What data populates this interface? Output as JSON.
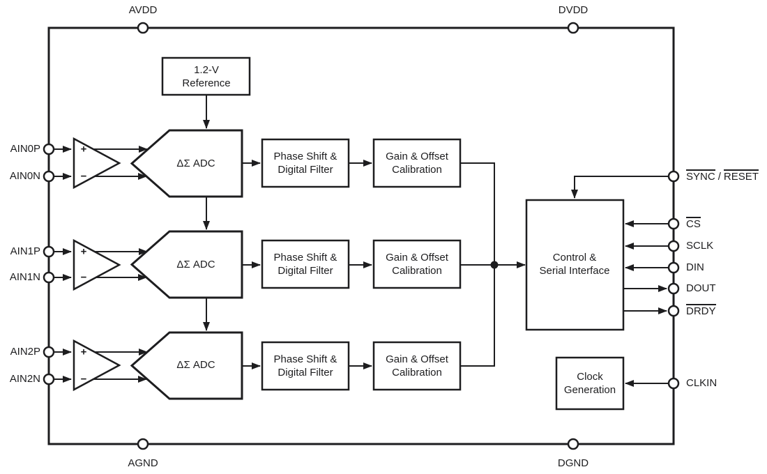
{
  "colors": {
    "line": "#1d1d1f",
    "background": "#ffffff"
  },
  "pins": {
    "top": [
      {
        "label": "AVDD"
      },
      {
        "label": "DVDD"
      }
    ],
    "bottom": [
      {
        "label": "AGND"
      },
      {
        "label": "DGND"
      }
    ],
    "left": [
      {
        "label": "AIN0P"
      },
      {
        "label": "AIN0N"
      },
      {
        "label": "AIN1P"
      },
      {
        "label": "AIN1N"
      },
      {
        "label": "AIN2P"
      },
      {
        "label": "AIN2N"
      }
    ],
    "right": {
      "sync_reset": {
        "part1": "SYNC",
        "sep": "/",
        "part2": "RESET",
        "overline": "both"
      },
      "cs": {
        "label": "CS",
        "overline": true
      },
      "sclk": {
        "label": "SCLK",
        "overline": false
      },
      "din": {
        "label": "DIN",
        "overline": false
      },
      "dout": {
        "label": "DOUT",
        "overline": false
      },
      "drdy": {
        "label": "DRDY",
        "overline": true
      },
      "clkin": {
        "label": "CLKIN",
        "overline": false
      }
    }
  },
  "blocks": {
    "reference": {
      "line1": "1.2-V",
      "line2": "Reference"
    },
    "adc": {
      "label": "ΔΣ ADC"
    },
    "phase_filter": {
      "line1": "Phase Shift &",
      "line2": "Digital Filter"
    },
    "gain_offset": {
      "line1": "Gain & Offset",
      "line2": "Calibration"
    },
    "control_serial": {
      "line1": "Control &",
      "line2": "Serial Interface"
    },
    "clock_generation": {
      "line1": "Clock",
      "line2": "Generation"
    }
  },
  "amplifier": {
    "plus": "+",
    "minus": "−"
  }
}
